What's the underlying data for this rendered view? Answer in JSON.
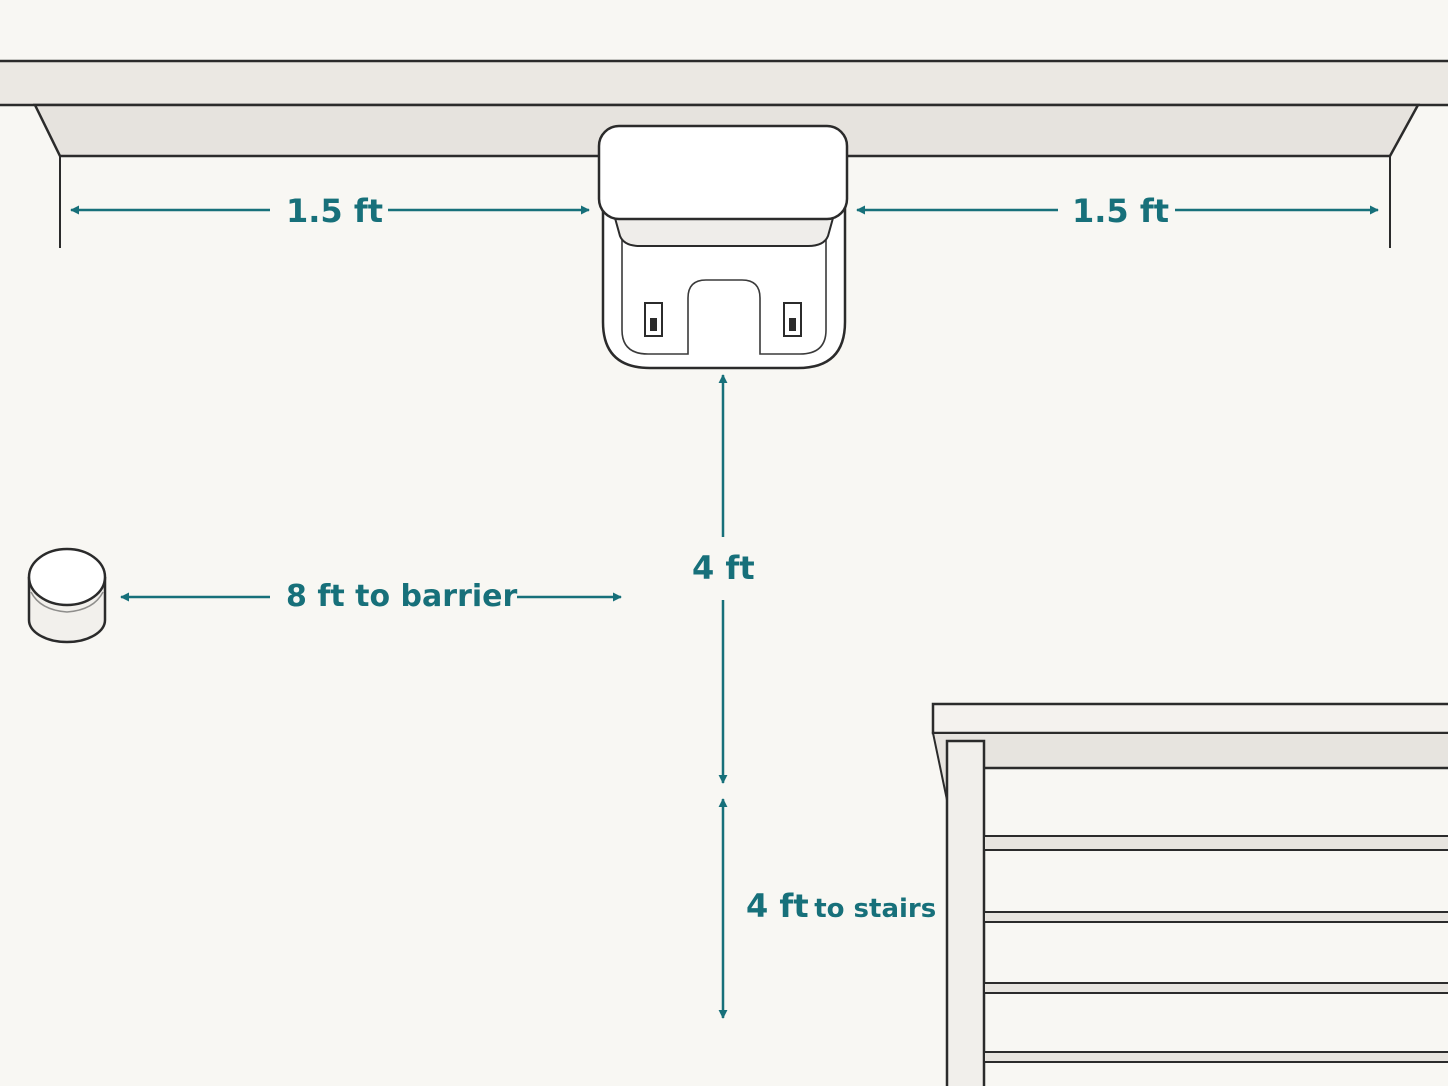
{
  "colors": {
    "background": "#f8f7f3",
    "accent": "#17707a",
    "outline": "#2b2b2b",
    "wall_fill": "#e9e6e1",
    "dock_fill": "#ffffff"
  },
  "labels": {
    "left_clearance": "1.5 ft",
    "right_clearance": "1.5 ft",
    "front_clearance": "4 ft",
    "barrier_distance": "8 ft to barrier",
    "stairs_value": "4 ft",
    "stairs_suffix": "to stairs"
  }
}
